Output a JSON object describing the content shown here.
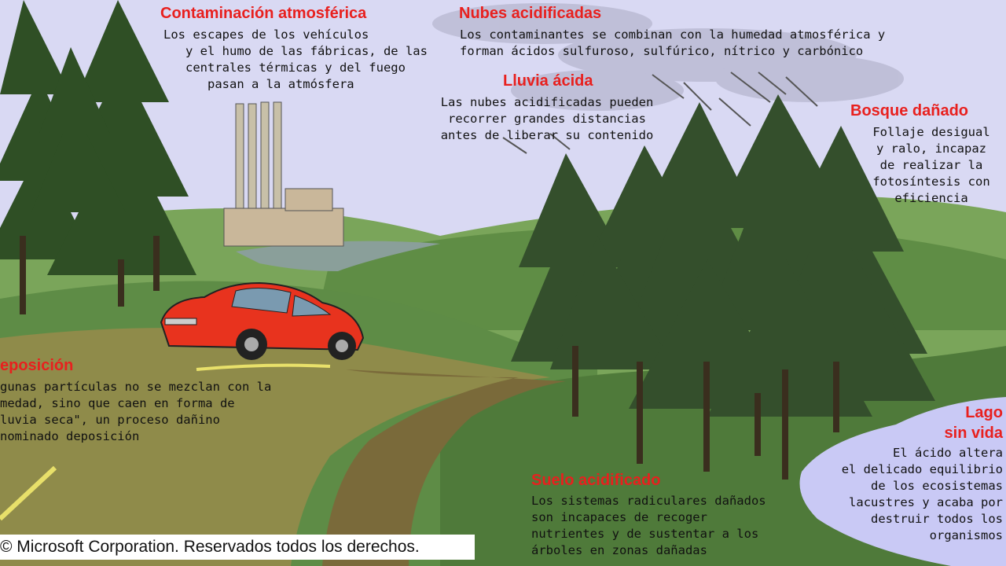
{
  "labels": {
    "contaminacion": {
      "title": "Contaminación atmosférica",
      "text": "Los escapes de los vehículos\n   y el humo de las fábricas, de las\n   centrales térmicas y del fuego\n      pasan a la atmósfera"
    },
    "nubes": {
      "title": "Nubes acidificadas",
      "text": "Los contaminantes se combinan con la humedad atmosférica y\nforman ácidos sulfuroso, sulfúrico, nítrico y carbónico"
    },
    "lluvia": {
      "title": "Lluvia ácida",
      "text": "Las nubes acidificadas pueden\nrecorrer grandes distancias\nantes de liberar su contenido"
    },
    "bosque": {
      "title": "Bosque dañado",
      "text": "Follaje desigual\ny ralo, incapaz\nde realizar la\nfotosíntesis con\neficiencia"
    },
    "deposicion": {
      "title": "eposición",
      "text": "gunas partículas no se mezclan con la\nmedad, sino que caen en forma de\nluvia seca\", un proceso dañino\nnominado deposición"
    },
    "suelo": {
      "title": "Suelo acidificado",
      "text": "Los sistemas radiculares dañados\nson incapaces de recoger\nnutrientes y de sustentar a los\nárboles en zonas dañadas"
    },
    "lago": {
      "title": "Lago\nsin vida",
      "text": "El ácido altera\nel delicado equilibrio\nde los ecosistemas\nlacustres y acaba por\ndestruir todos los\norganismos"
    }
  },
  "copyright": "© Microsoft Corporation. Reservados todos los derechos.",
  "colors": {
    "sky": "#d9d9f3",
    "label_title": "#e8201e",
    "grass_light": "#7aa55a",
    "grass_dark": "#4f7a3a",
    "road": "#8f8b4a",
    "car": "#e8331e",
    "lake": "#c9c9f5",
    "tree": "#2f4f25"
  },
  "icons": [
    "factory-icon",
    "car-icon",
    "pine-tree-icon",
    "cloud-icon",
    "rain-icon",
    "lake-icon"
  ]
}
